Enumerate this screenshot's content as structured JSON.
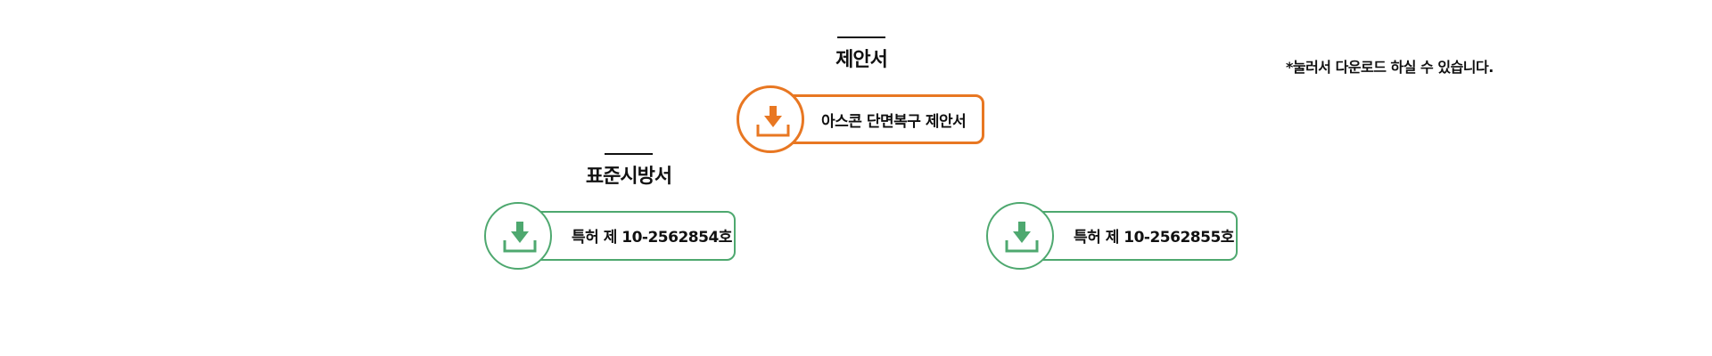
{
  "note": "*눌러서 다운로드 하실 수 있습니다.",
  "proposal": {
    "title": "제안서",
    "button_label": "아스콘 단면복구 제안서",
    "color": "#e87722"
  },
  "standard": {
    "title": "표준시방서",
    "patent1_label": "특허 제 10-2562854호",
    "patent2_label": "특허 제 10-2562855호",
    "color": "#4ea86f"
  },
  "icons": {
    "download": "download-icon"
  }
}
